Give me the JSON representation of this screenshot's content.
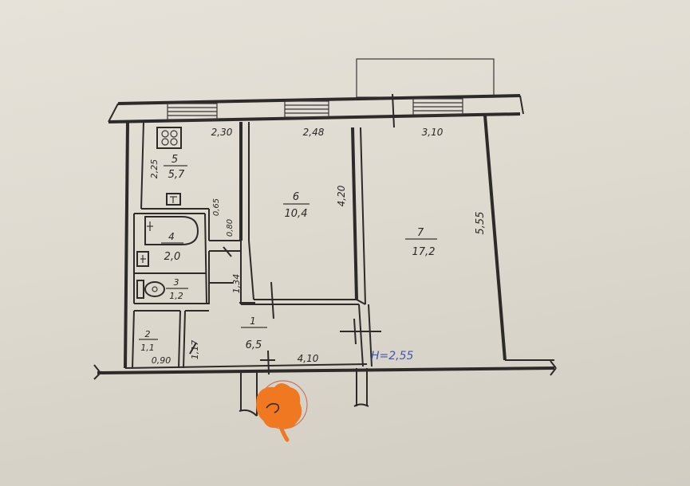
{
  "rooms": [
    {
      "number": "5",
      "area": "5,7"
    },
    {
      "number": "6",
      "area": "10,4"
    },
    {
      "number": "7",
      "area": "17,2"
    },
    {
      "number": "4",
      "area": "2,0"
    },
    {
      "number": "3",
      "area": "1,2"
    },
    {
      "number": "2",
      "area": "1,1"
    },
    {
      "number": "1",
      "area": "6,5"
    }
  ],
  "dimensions": {
    "top_left": "2,30",
    "top_mid": "2,48",
    "top_right": "3,10",
    "left_height": "2,25",
    "niche_height": "0,65",
    "niche_width": "0,80",
    "room6_height": "4,20",
    "room7_height": "5,55",
    "corridor_height": "1,34",
    "toilet_width": "0,90",
    "hall_side": "1,17",
    "hall_width": "4,10"
  },
  "ceiling_height": "H=2,55",
  "colors": {
    "line": "#2d2a2a",
    "annotation_blue": "#3d56b0",
    "stamp": "#f07820",
    "paper": "#e2ded5"
  },
  "icons": [
    "sink-icon",
    "stove-icon",
    "bathtub-icon",
    "toilet-icon"
  ]
}
